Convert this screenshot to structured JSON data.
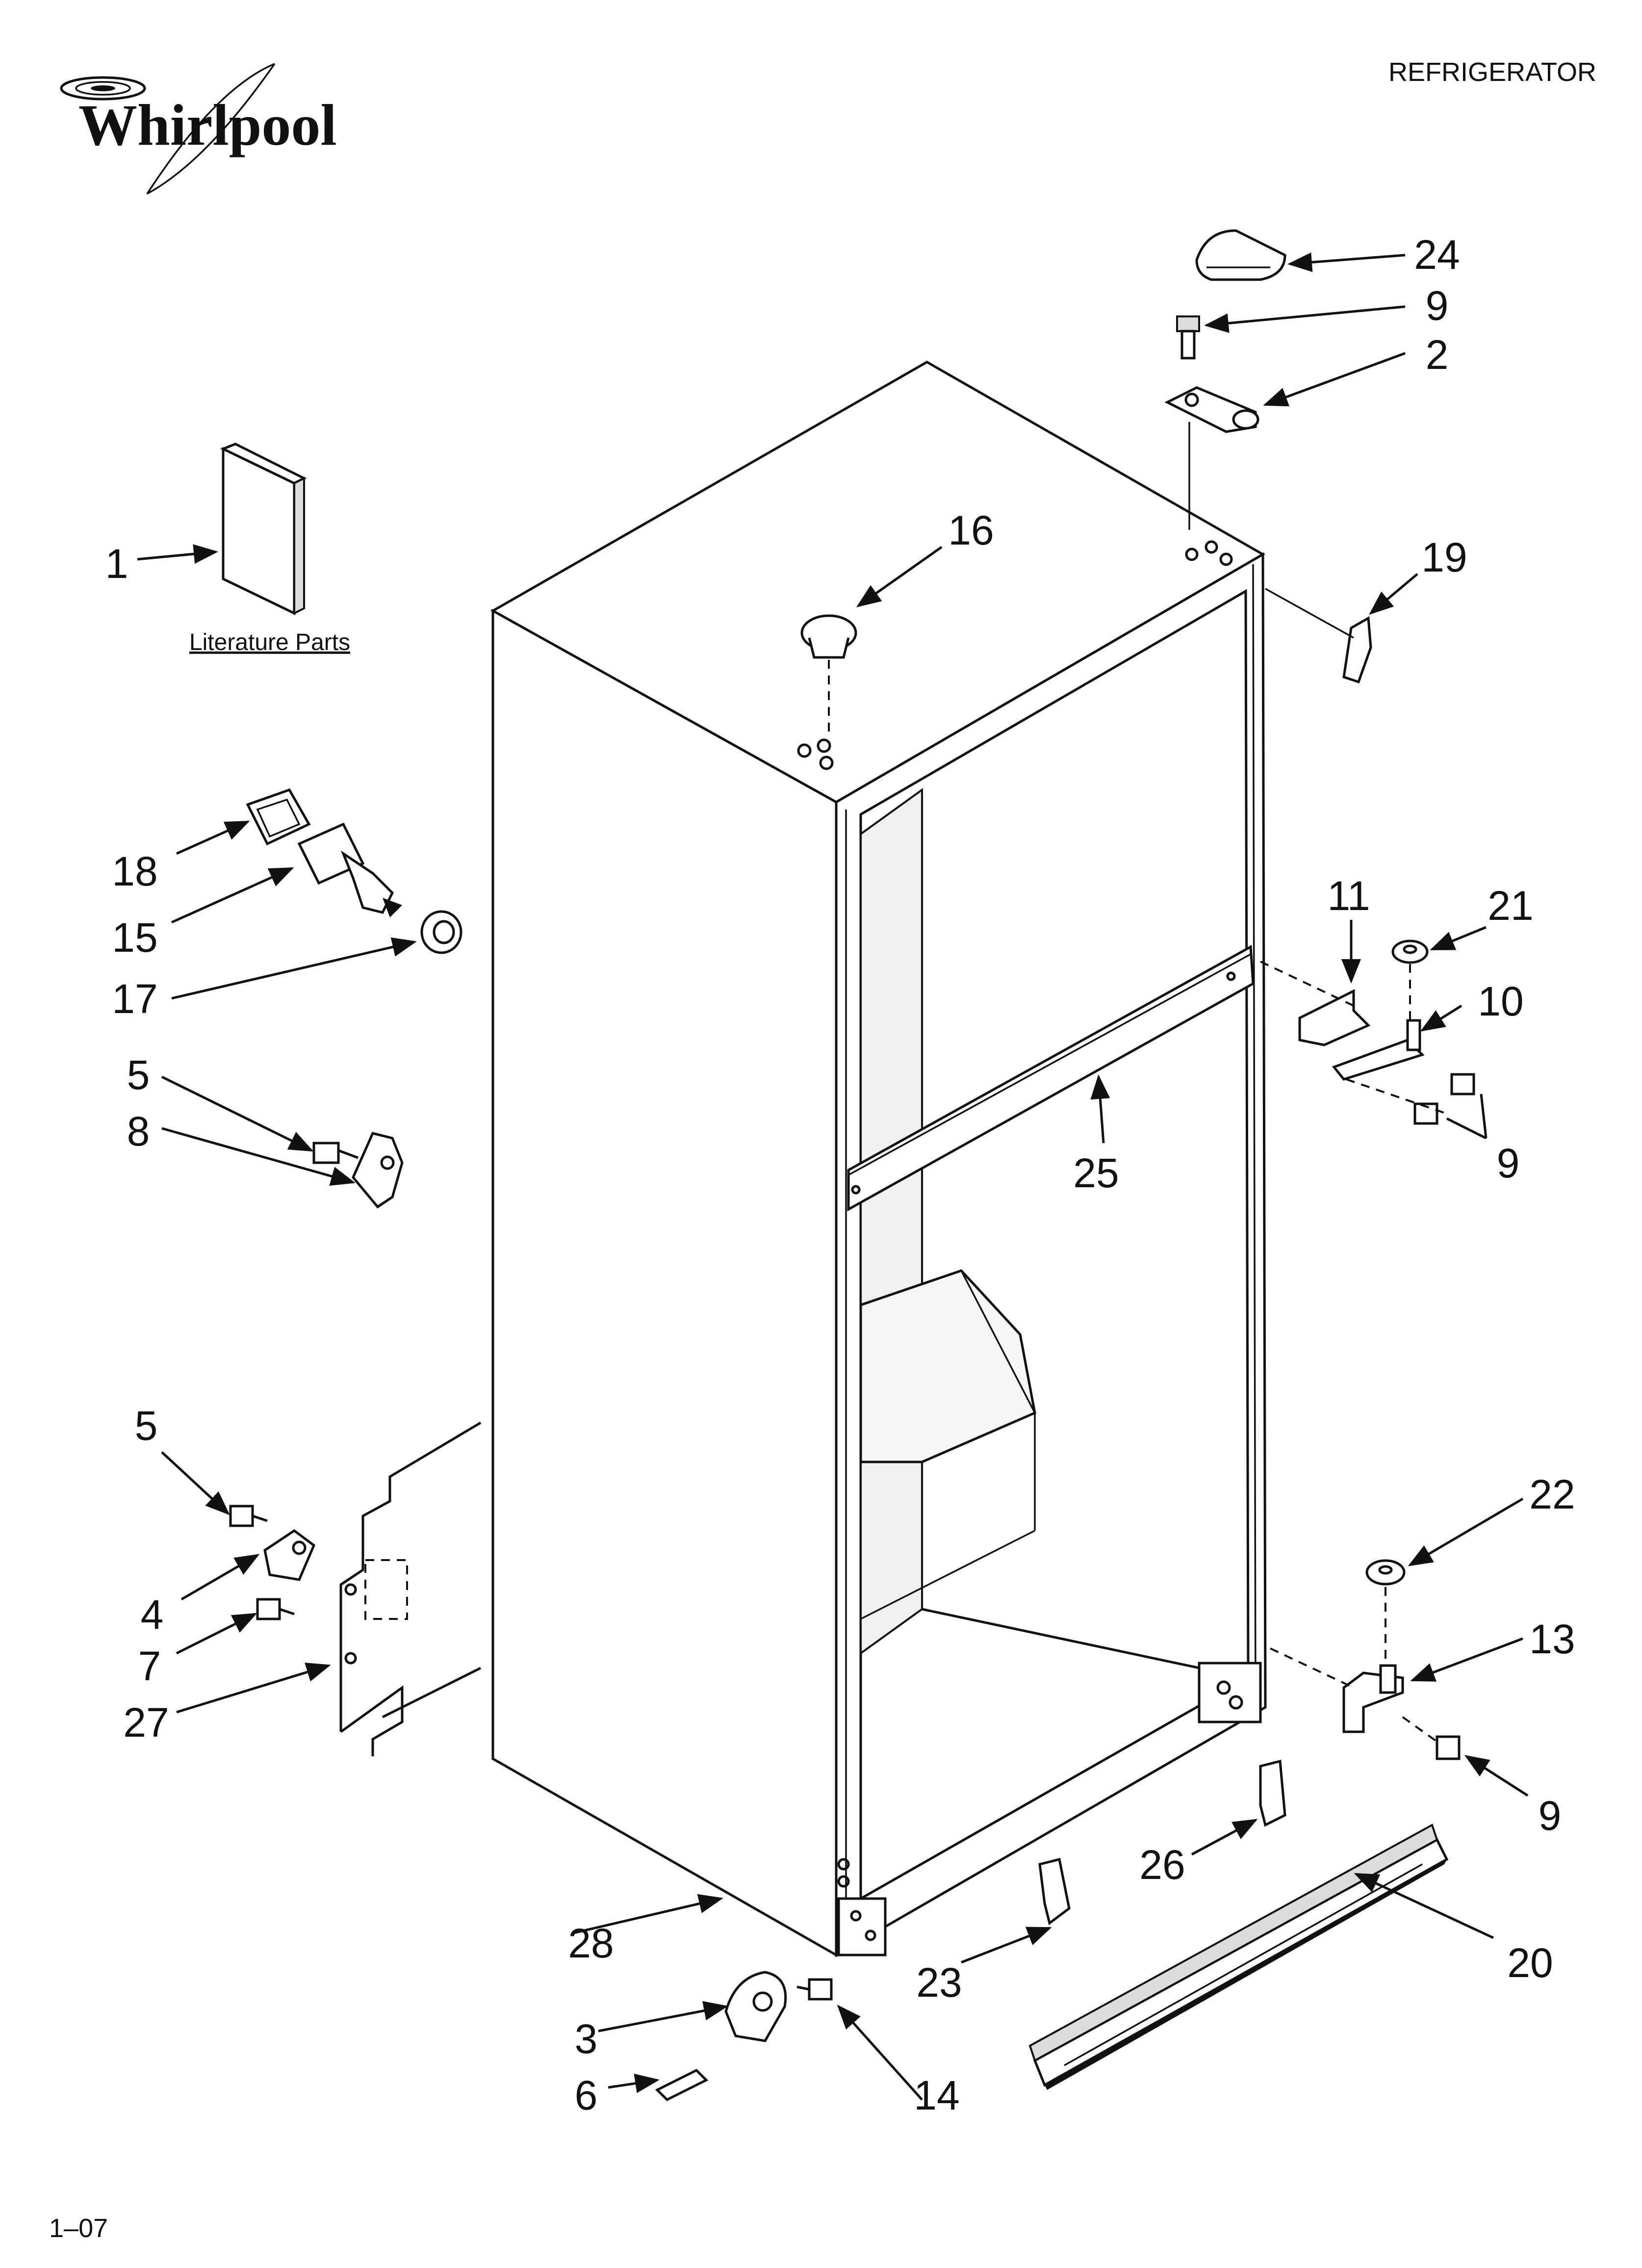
{
  "brand": {
    "name": "Whirlpool",
    "logo_icon": "whirlpool-swirl-logo"
  },
  "header": {
    "title": "REFRIGERATOR"
  },
  "literature": {
    "label": "Literature Parts"
  },
  "callouts": {
    "c1": "1",
    "c2": "2",
    "c3": "3",
    "c4": "4",
    "c5a": "5",
    "c5b": "5",
    "c6": "6",
    "c7": "7",
    "c8": "8",
    "c9a": "9",
    "c9b": "9",
    "c9c": "9",
    "c10": "10",
    "c11": "11",
    "c13": "13",
    "c14": "14",
    "c15": "15",
    "c16": "16",
    "c17": "17",
    "c18": "18",
    "c19": "19",
    "c20": "20",
    "c21": "21",
    "c22": "22",
    "c23": "23",
    "c24": "24",
    "c25": "25",
    "c26": "26",
    "c27": "27",
    "c28": "28"
  },
  "footer": {
    "code": "1–07"
  }
}
